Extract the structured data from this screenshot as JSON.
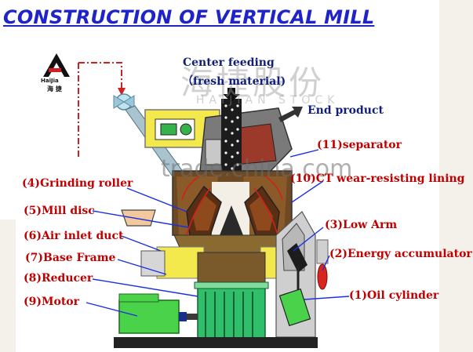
{
  "title": "CONSTRUCTION OF VERTICAL MILL",
  "brand": {
    "logo_text": "HaiJia",
    "logo_sub": "海 捷",
    "wm_cn": "海捷股份",
    "wm_en": "HAIJIAN STOCK"
  },
  "watermark": "trade.china.com",
  "feed": {
    "line1": "Center feeding",
    "line2": "（fresh material)"
  },
  "end_product": "End product",
  "labels": {
    "separator": "(11)separator",
    "liner": "(10)CT wear-resisting lining",
    "grinding_roller": "(4)Grinding roller",
    "mill_disc": "(5)Mill disc",
    "air_inlet": "(6)Air inlet duct",
    "base_frame": "(7)Base Frame",
    "reducer": "(8)Reducer",
    "motor": "(9)Motor",
    "low_arm": "(3)Low Arm",
    "energy_accumulator": "(2)Energy accumulator",
    "oil_cylinder": "(1)Oil cylinder"
  },
  "colors": {
    "title": "#1f24c8",
    "label": "#c00000",
    "motor": "#4bd24b",
    "reducer": "#2fbf6a",
    "mill_body": "#7a4a1a",
    "separator": "#5a5a5a",
    "feed_tube": "#222222",
    "yellow": "#f2e64a",
    "arrow": "#1a2fe0",
    "accumulator": "#d8261e"
  }
}
